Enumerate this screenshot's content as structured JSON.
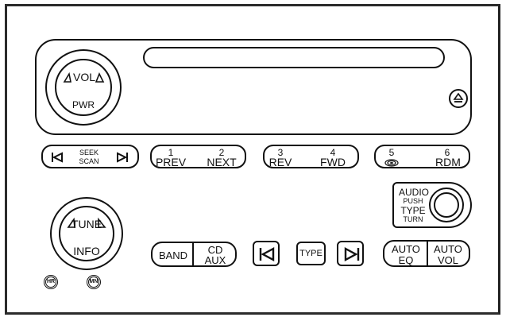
{
  "radio": {
    "volume_knob": {
      "top_label": "VOL",
      "bottom_label": "PWR"
    },
    "eject_button": {
      "icon": "eject-icon"
    },
    "seek_scan": {
      "line1": "SEEK",
      "line2": "SCAN",
      "left_icon": "seek-back-icon",
      "right_icon": "seek-forward-icon"
    },
    "presets": [
      {
        "number": "1",
        "label": "PREV"
      },
      {
        "number": "2",
        "label": "NEXT"
      },
      {
        "number": "3",
        "label": "REV"
      },
      {
        "number": "4",
        "label": "FWD"
      },
      {
        "number": "5",
        "label": "",
        "icon": "disc-icon"
      },
      {
        "number": "6",
        "label": "RDM"
      }
    ],
    "tune_knob": {
      "top_label": "TUNE",
      "bottom_label": "INFO"
    },
    "hr_button": "HR",
    "mn_button": "MN",
    "band_button": "BAND",
    "cd_aux_button": {
      "line1": "CD",
      "line2": "AUX"
    },
    "prev_button": {
      "icon": "skip-back-icon"
    },
    "type_button": "TYPE",
    "next_button": {
      "icon": "skip-forward-icon"
    },
    "auto_eq_button": {
      "line1": "AUTO",
      "line2": "EQ"
    },
    "auto_vol_button": {
      "line1": "AUTO",
      "line2": "VOL"
    },
    "audio_knob": {
      "line1": "AUDIO",
      "line2": "PUSH",
      "line3": "TYPE",
      "line4": "TURN"
    }
  }
}
